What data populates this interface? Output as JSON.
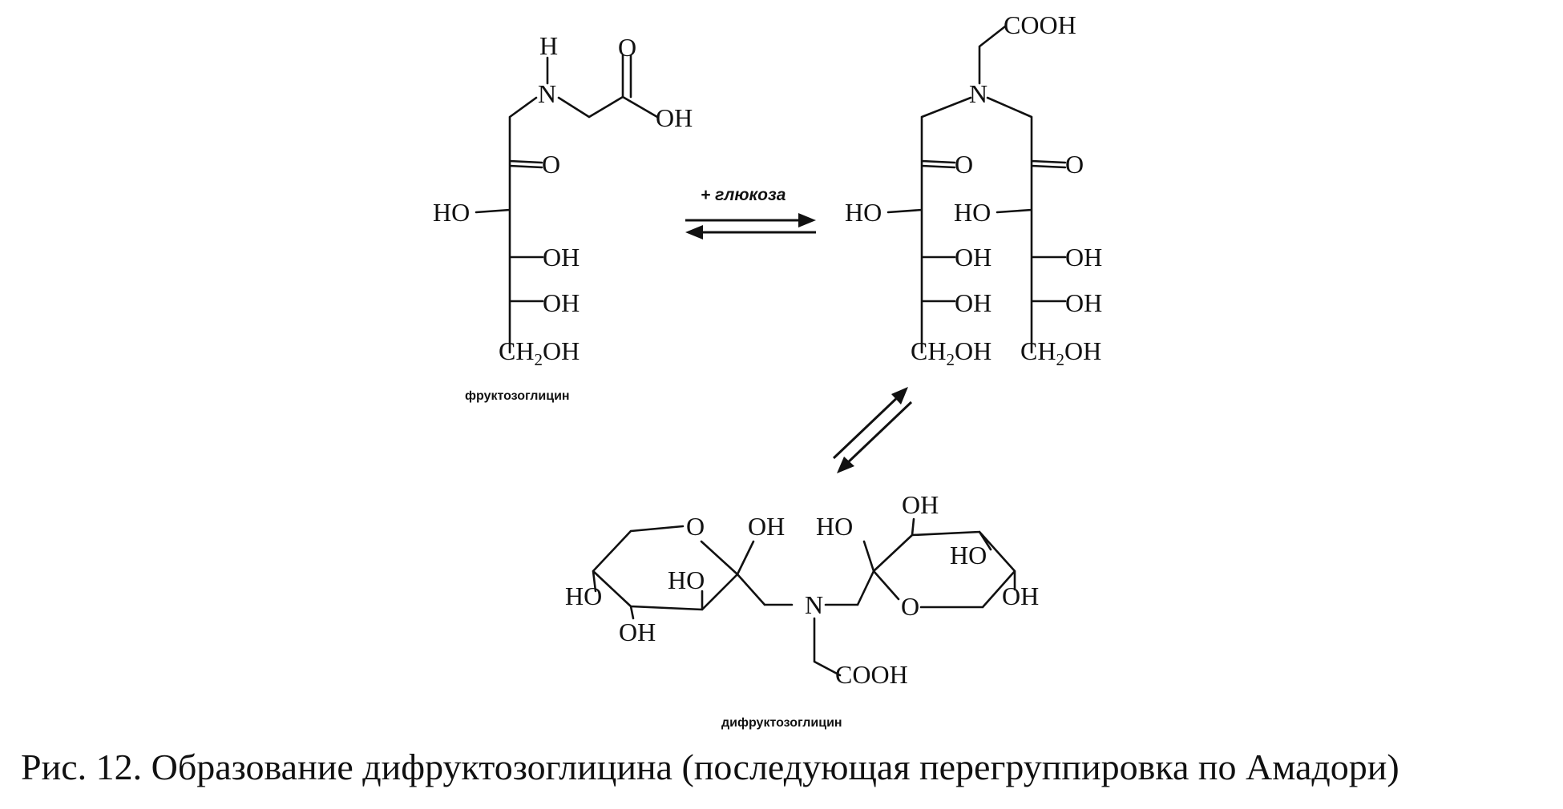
{
  "caption": "Рис. 12. Образование дифруктозоглицина (последующая перегруппировка по Амадори)",
  "reagent": "+ глюкоза",
  "compounds": {
    "fructosoglycine": "фруктозоглицин",
    "difructosoglycine": "дифруктозоглицин"
  },
  "atoms": {
    "H": "H",
    "N": "N",
    "O": "O",
    "OH": "OH",
    "HO": "HO",
    "COOH": "COOH",
    "CH2OH_main": "CH",
    "CH2OH_sub": "2",
    "CH2OH_tail": "OH"
  }
}
